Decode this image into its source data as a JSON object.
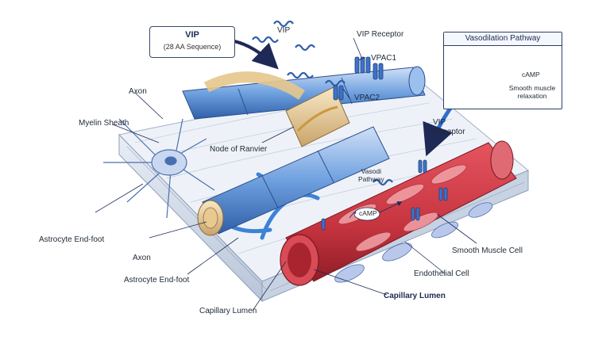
{
  "callout": {
    "title": "VIP",
    "subtitle": "(28 AA Sequence)"
  },
  "inset": {
    "title": "Vasodilation Pathway",
    "camp": "cAMP",
    "response": "Smooth muscle relaxation"
  },
  "labels": {
    "vip": "VIP",
    "vip_receptor_top": "VIP Receptor",
    "vpac1": "VPAC1",
    "vpac2": "VPAC2",
    "axon_top": "Axon",
    "myelin_sheath": "Myelin Sheath",
    "node_of_ranvier": "Node of Ranvier",
    "vip_receptor_side": "VIP\nReceptor",
    "vasodi_pathway": "Vasodi\nPathway",
    "camp_vessel": "cAMP",
    "astrocyte_end_foot_1": "Astrocyte End-foot",
    "axon_bottom": "Axon",
    "astrocyte_end_foot_2": "Astrocyte End-foot",
    "capillary_lumen": "Capillary Lumen",
    "smooth_muscle_cell": "Smooth Muscle Cell",
    "endothelial_cell": "Endothelial Cell",
    "capillary_lumen_bold": "Capillary Lumen"
  },
  "colors": {
    "myelin_blue": "#5b8fd6",
    "axon_tan": "#e9cf9c",
    "vessel_red": "#c6343f",
    "astrocyte_blue": "#3d82d6",
    "tissue_gray": "#dde4ee",
    "outline_navy": "#1e2a55"
  }
}
